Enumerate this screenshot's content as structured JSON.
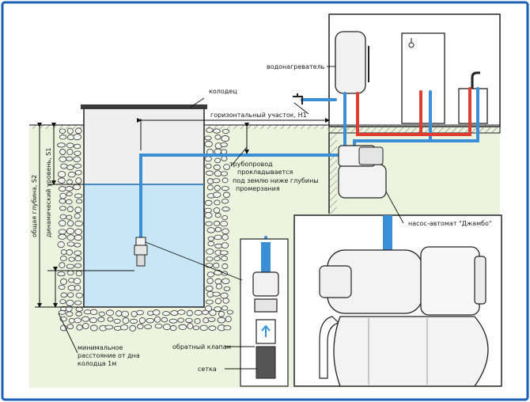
{
  "labels": {
    "well": "колодец",
    "water_heater": "водонагреватель",
    "horizontal_section": "горизонтальный участок, H1",
    "pipeline_line1": "трубопровод",
    "pipeline_line2": "прокладывается",
    "pipeline_line3": "под землю ниже глубины",
    "pipeline_line4": "промерзания",
    "pump": "насос-автомат \"Джамбо\"",
    "total_depth": "общая глубина, S2",
    "dynamic_level": "динамический уровень, S1",
    "min_distance_line1": "минимальное",
    "min_distance_line2": "расстояние от дна",
    "min_distance_line3": "колодца 1м",
    "check_valve": "обратный клапан",
    "strainer": "сетка"
  },
  "colors": {
    "border": "#1a5fb4",
    "pipe_cold": "#3b8fd6",
    "pipe_hot": "#e03c31",
    "water": "#c9e6f7",
    "ground": "#eef3df",
    "stone": "#f4f4f0",
    "well_air": "#efefef",
    "machine": "#f3f3f3"
  }
}
